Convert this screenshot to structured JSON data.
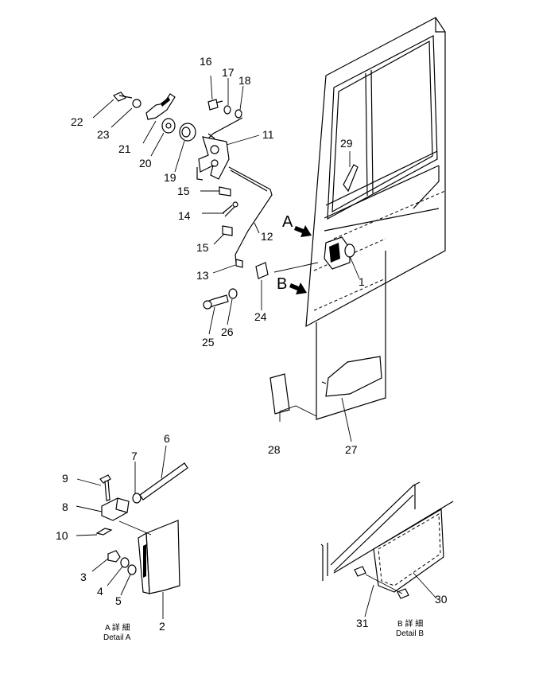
{
  "callouts": {
    "c1": "1",
    "c2": "2",
    "c3": "3",
    "c4": "4",
    "c5": "5",
    "c6": "6",
    "c7": "7",
    "c8": "8",
    "c9": "9",
    "c10": "10",
    "c11": "11",
    "c12": "12",
    "c13": "13",
    "c14": "14",
    "c15a": "15",
    "c15b": "15",
    "c16": "16",
    "c17": "17",
    "c18": "18",
    "c19": "19",
    "c20": "20",
    "c21": "21",
    "c22": "22",
    "c23": "23",
    "c24": "24",
    "c25": "25",
    "c26": "26",
    "c27": "27",
    "c28": "28",
    "c29": "29",
    "c30": "30",
    "c31": "31"
  },
  "view_markers": {
    "a": "A",
    "b": "B"
  },
  "details": {
    "a_jp": "A 詳 細",
    "a_en": "Detail A",
    "b_jp": "B 詳 細",
    "b_en": "Detail B"
  }
}
